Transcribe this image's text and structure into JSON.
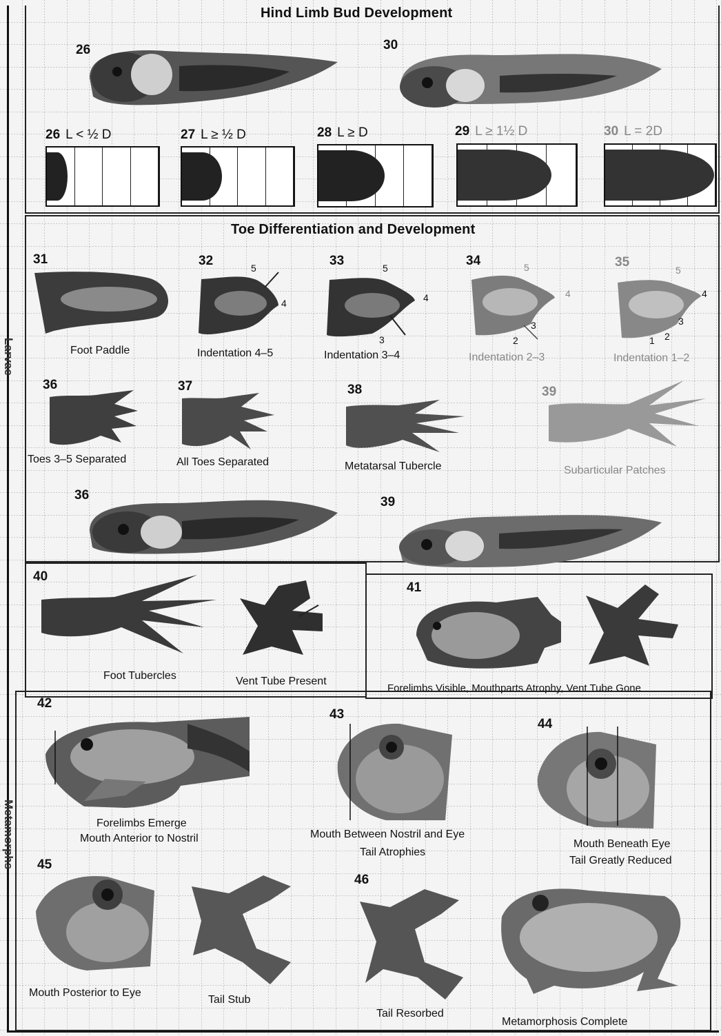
{
  "sections": {
    "hind_limb": {
      "title": "Hind Limb Bud Development"
    },
    "toe": {
      "title": "Toe Differentiation and Development"
    },
    "larvae_label": "Larvae",
    "meta_label": "Metamorphs"
  },
  "stages": {
    "s26": "26",
    "s30": "30",
    "s36": "36",
    "s39": "39",
    "s31": "31",
    "s32": "32",
    "s33": "33",
    "s34": "34",
    "s35": "35",
    "s36b": "36",
    "s37": "37",
    "s38": "38",
    "s39b": "39",
    "s40": "40",
    "s41": "41",
    "s42": "42",
    "s43": "43",
    "s44": "44",
    "s45": "45",
    "s46": "46"
  },
  "bud_boxes": [
    {
      "num": "26",
      "formula": "L < ½ D"
    },
    {
      "num": "27",
      "formula": "L ≥ ½ D"
    },
    {
      "num": "28",
      "formula": "L ≥ D"
    },
    {
      "num": "29",
      "formula": "L ≥ 1½ D"
    },
    {
      "num": "30",
      "formula": "L = 2D"
    }
  ],
  "captions": {
    "c31": "Foot Paddle",
    "c32": "Indentation 4–5",
    "c33": "Indentation 3–4",
    "c34": "Indentation 2–3",
    "c35": "Indentation 1–2",
    "c36": "Toes 3–5 Separated",
    "c37": "All Toes Separated",
    "c38": "Metatarsal Tubercle",
    "c39": "Subarticular Patches",
    "c40a": "Foot Tubercles",
    "c40b": "Vent Tube Present",
    "c41": "Forelimbs Visible, Mouthparts Atrophy, Vent Tube Gone",
    "c42a": "Forelimbs Emerge",
    "c42b": "Mouth Anterior to Nostril",
    "c43a": "Mouth Between Nostril and Eye",
    "c43b": "Tail Atrophies",
    "c44a": "Mouth Beneath Eye",
    "c44b": "Tail Greatly Reduced",
    "c45a": "Mouth Posterior to Eye",
    "c45b": "Tail Stub",
    "c46a": "Tail Resorbed",
    "c46b": "Metamorphosis Complete"
  },
  "toe_numbers": {
    "n32_5": "5",
    "n32_4": "4",
    "n33_5": "5",
    "n33_4": "4",
    "n33_3": "3",
    "n34_5": "5",
    "n34_4": "4",
    "n34_3": "3",
    "n34_2": "2",
    "n35_5": "5",
    "n35_4": "4",
    "n35_3": "3",
    "n35_2": "2",
    "n35_1": "1"
  }
}
